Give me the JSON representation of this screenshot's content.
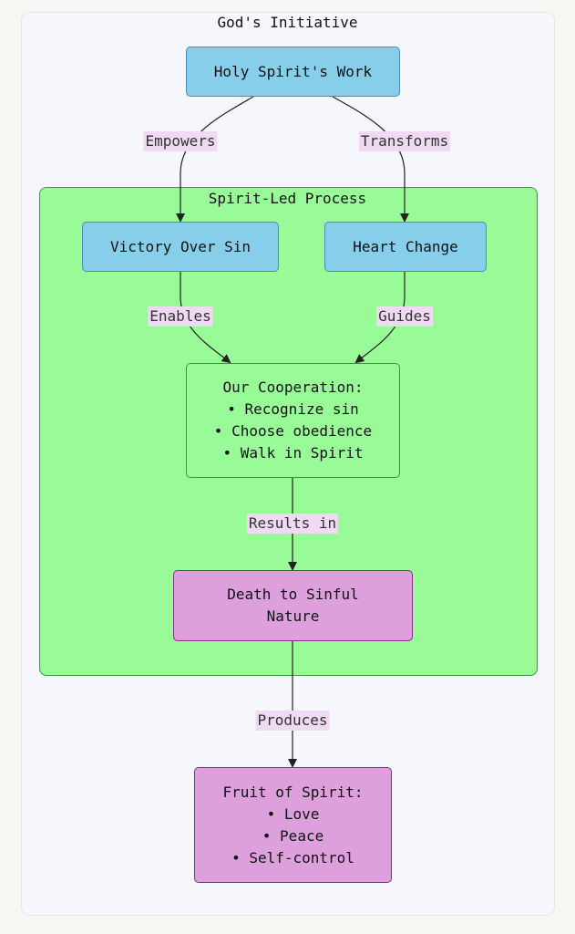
{
  "diagram": {
    "outer_title": "God's Initiative",
    "inner_title": "Spirit-Led Process",
    "nodes": {
      "holy_spirit": "Holy Spirit's Work",
      "victory": "Victory Over Sin",
      "heart": "Heart Change",
      "cooperation": [
        "Our Cooperation:",
        "• Recognize sin",
        "• Choose obedience",
        "• Walk in Spirit"
      ],
      "death": [
        "Death to Sinful",
        "Nature"
      ],
      "fruit": [
        "Fruit of Spirit:",
        "• Love",
        "• Peace",
        "• Self-control"
      ]
    },
    "edges": {
      "empowers": "Empowers",
      "transforms": "Transforms",
      "enables": "Enables",
      "guides": "Guides",
      "results_in": "Results in",
      "produces": "Produces"
    },
    "colors": {
      "blue_node": "#87ceeb",
      "green_cluster": "#98fb98",
      "pink_node": "#dda0dd",
      "edge_label_bg": "#f0d9f3"
    }
  }
}
